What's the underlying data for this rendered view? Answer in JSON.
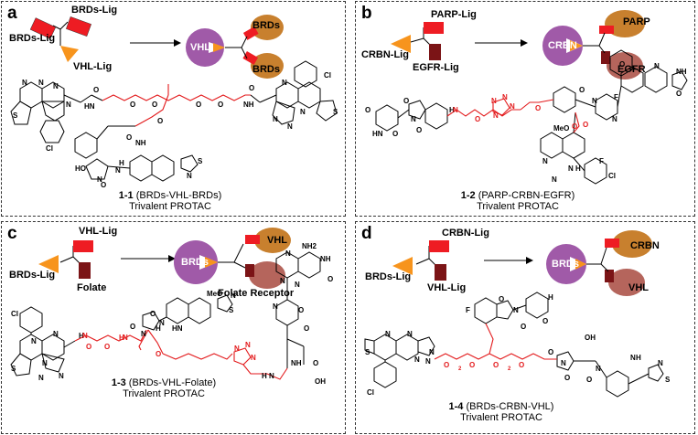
{
  "panels": [
    {
      "label": "a",
      "ligands": [
        "BRDs-Lig",
        "BRDs-Lig",
        "VHL-Lig"
      ],
      "proteins": [
        "VHL",
        "BRDs",
        "BRDs"
      ],
      "compound_id": "1-1",
      "compound_desc": "(BRDs-VHL-BRDs)",
      "compound_type": "Trivalent PROTAC"
    },
    {
      "label": "b",
      "ligands": [
        "PARP-Lig",
        "CRBN-Lig",
        "EGFR-Lig"
      ],
      "proteins": [
        "CRBN",
        "PARP",
        "EGFR"
      ],
      "compound_id": "1-2",
      "compound_desc": "(PARP-CRBN-EGFR)",
      "compound_type": "Trivalent PROTAC"
    },
    {
      "label": "c",
      "ligands": [
        "VHL-Lig",
        "BRDs-Lig",
        "Folate"
      ],
      "proteins": [
        "BRDs",
        "VHL",
        "Folate Receptor"
      ],
      "compound_id": "1-3",
      "compound_desc": "(BRDs-VHL-Folate)",
      "compound_type": "Trivalent PROTAC"
    },
    {
      "label": "d",
      "ligands": [
        "CRBN-Lig",
        "BRDs-Lig",
        "VHL-Lig"
      ],
      "proteins": [
        "BRDs",
        "CRBN",
        "VHL"
      ],
      "compound_id": "1-4",
      "compound_desc": "(BRDs-CRBN-VHL)",
      "compound_type": "Trivalent PROTAC"
    }
  ],
  "atoms": {
    "a": [
      "N",
      "N",
      "N",
      "S",
      "N",
      "HN",
      "O",
      "O",
      "O",
      "O",
      "O",
      "O",
      "O",
      "NH",
      "O",
      "Cl",
      "N",
      "N",
      "N",
      "N",
      "S",
      "Cl",
      "NH",
      "N",
      "HO",
      "N",
      "H",
      "O",
      "S",
      "N"
    ],
    "b": [
      "O",
      "HN",
      "O",
      "N",
      "O",
      "O",
      "H",
      "N",
      "N",
      "N",
      "N",
      "N",
      "O",
      "O",
      "O",
      "N",
      "N",
      "O",
      "F",
      "N",
      "NH",
      "O",
      "MeO",
      "O",
      "O",
      "N",
      "N",
      "N",
      "H",
      "F",
      "Cl"
    ],
    "c": [
      "Cl",
      "S",
      "N",
      "N",
      "N",
      "N",
      "H",
      "N",
      "O",
      "O",
      "H",
      "N",
      "O",
      "O",
      "N",
      "HN",
      "S",
      "N",
      "MeO",
      "N",
      "H",
      "O",
      "N",
      "N",
      "N",
      "N",
      "H",
      "NH",
      "O",
      "NH2",
      "N",
      "NH",
      "O",
      "O",
      "N",
      "O",
      "OH",
      "N",
      "N",
      "N"
    ],
    "d": [
      "F",
      "O",
      "N",
      "N",
      "O",
      "H",
      "O",
      "N",
      "N",
      "O",
      "O",
      "S",
      "N",
      "N",
      "O",
      "O",
      "O",
      "N",
      "OH",
      "N",
      "N",
      "H",
      "O",
      "S",
      "N",
      "Cl",
      "O"
    ]
  },
  "subscripts": {
    "d": [
      "2",
      "2"
    ]
  },
  "colors": {
    "lig_red": "#ee1c23",
    "lig_orange": "#f7941d",
    "lig_darkred": "#7b1416",
    "purple": "#a05aa8",
    "brown": "#c8802e",
    "rose": "#b5655c",
    "linker": "#e31a1c"
  }
}
